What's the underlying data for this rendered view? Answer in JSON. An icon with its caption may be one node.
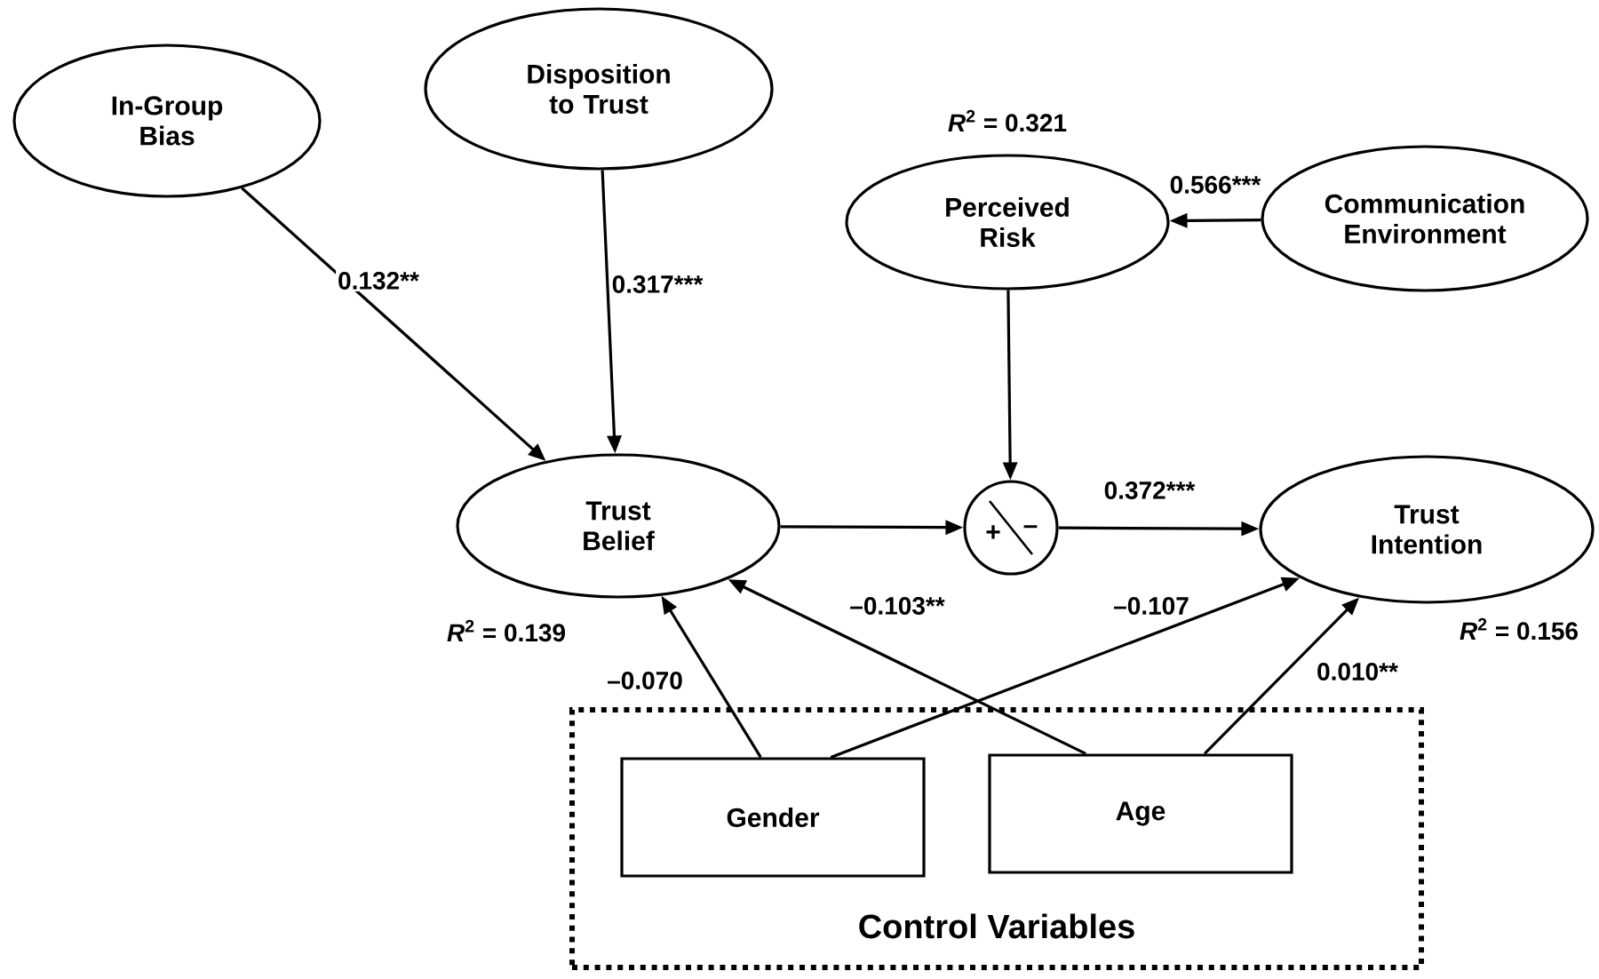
{
  "diagram": {
    "nodes": [
      {
        "text": [
          "In-Group Bias"
        ]
      },
      {
        "text": [
          "Disposition to Trust"
        ]
      },
      {
        "text": [
          "Perceived Risk"
        ],
        "beside": [
          "*R*$^{2}$ = 0.321"
        ]
      },
      {
        "text": [
          "Communication Environment"
        ]
      },
      {
        "text": [
          "Trust Belief"
        ],
        "beside": [
          "*R*$^{2}$ = 0.139"
        ]
      },
      {
        "text": [
          "+",
          "–"
        ]
      },
      {
        "text": [
          "Trust Intention"
        ],
        "beside": [
          "*R*$^{2}$ = 0.156"
        ]
      },
      {
        "text": [
          "Control Variables"
        ]
      },
      {
        "text": [
          "Gender"
        ],
        "in": 7
      },
      {
        "text": [
          "Age"
        ],
        "in": 7
      }
    ],
    "edges": [
      {
        "from": 0,
        "to": 4,
        "arrow": "to",
        "label": "0.132**"
      },
      {
        "from": 1,
        "to": 4,
        "arrow": "to",
        "label": "0.317***"
      },
      {
        "from": 3,
        "to": 2,
        "arrow": "to",
        "label": "0.566***"
      },
      {
        "from": 2,
        "to": 5,
        "arrow": "to"
      },
      {
        "from": 4,
        "to": 5,
        "arrow": "to"
      },
      {
        "from": 5,
        "to": 6,
        "arrow": "to",
        "label": "0.372***"
      },
      {
        "from": 8,
        "to": 4,
        "arrow": "to",
        "label": "–0.070"
      },
      {
        "from": 9,
        "to": 4,
        "arrow": "to",
        "label": "–0.103**"
      },
      {
        "from": 8,
        "to": 6,
        "arrow": "to",
        "label": "–0.107"
      },
      {
        "from": 9,
        "to": 6,
        "arrow": "to",
        "label": "0.010**"
      }
    ]
  }
}
